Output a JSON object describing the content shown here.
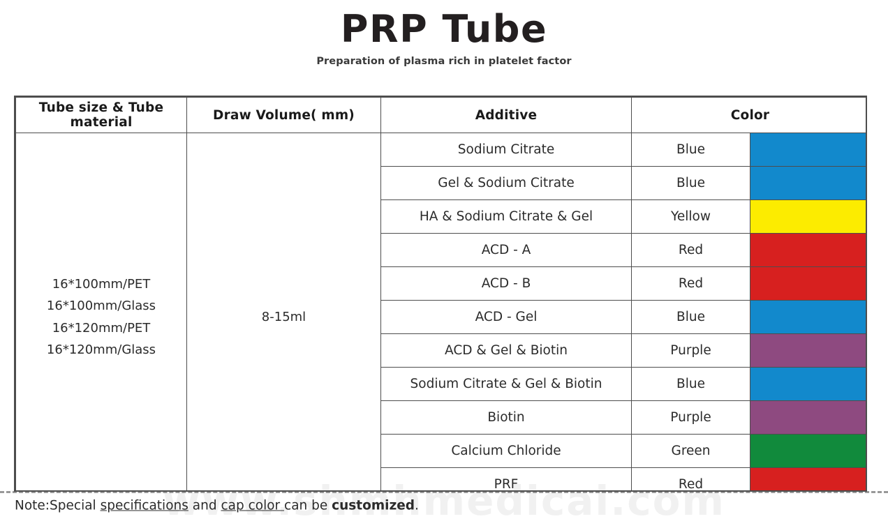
{
  "header": {
    "title": "PRP Tube",
    "subtitle": "Preparation of plasma rich in platelet factor"
  },
  "table": {
    "columns": {
      "tube_size": "Tube size & Tube material",
      "draw_volume": "Draw Volume( mm)",
      "additive": "Additive",
      "color": "Color"
    },
    "tube_size_value": "16*100mm/PET\n16*100mm/Glass\n16*120mm/PET\n16*120mm/Glass",
    "draw_volume_value": "8-15ml",
    "rows": [
      {
        "additive": "Sodium Citrate",
        "color_name": "Blue",
        "color_hex": "#1289CC"
      },
      {
        "additive": "Gel & Sodium Citrate",
        "color_name": "Blue",
        "color_hex": "#1289CC"
      },
      {
        "additive": "HA & Sodium Citrate & Gel",
        "color_name": "Yellow",
        "color_hex": "#FCEC00"
      },
      {
        "additive": "ACD - A",
        "color_name": "Red",
        "color_hex": "#D7201F"
      },
      {
        "additive": "ACD - B",
        "color_name": "Red",
        "color_hex": "#D7201F"
      },
      {
        "additive": "ACD - Gel",
        "color_name": "Blue",
        "color_hex": "#1289CC"
      },
      {
        "additive": "ACD & Gel & Biotin",
        "color_name": "Purple",
        "color_hex": "#8E4A80"
      },
      {
        "additive": "Sodium Citrate & Gel & Biotin",
        "color_name": "Blue",
        "color_hex": "#1289CC"
      },
      {
        "additive": "Biotin",
        "color_name": "Purple",
        "color_hex": "#8E4A80"
      },
      {
        "additive": "Calcium Chloride",
        "color_name": "Green",
        "color_hex": "#118A3C"
      },
      {
        "additive": "PRF",
        "color_name": "Red",
        "color_hex": "#D7201F"
      }
    ]
  },
  "note": {
    "prefix": "Note:Special ",
    "underline_1": "specifications",
    "middle": " and ",
    "underline_2": "cap color ",
    "suffix": "can be ",
    "bold": "customized",
    "period": "."
  },
  "watermark": {
    "text": "www.shmhmedical.com"
  }
}
